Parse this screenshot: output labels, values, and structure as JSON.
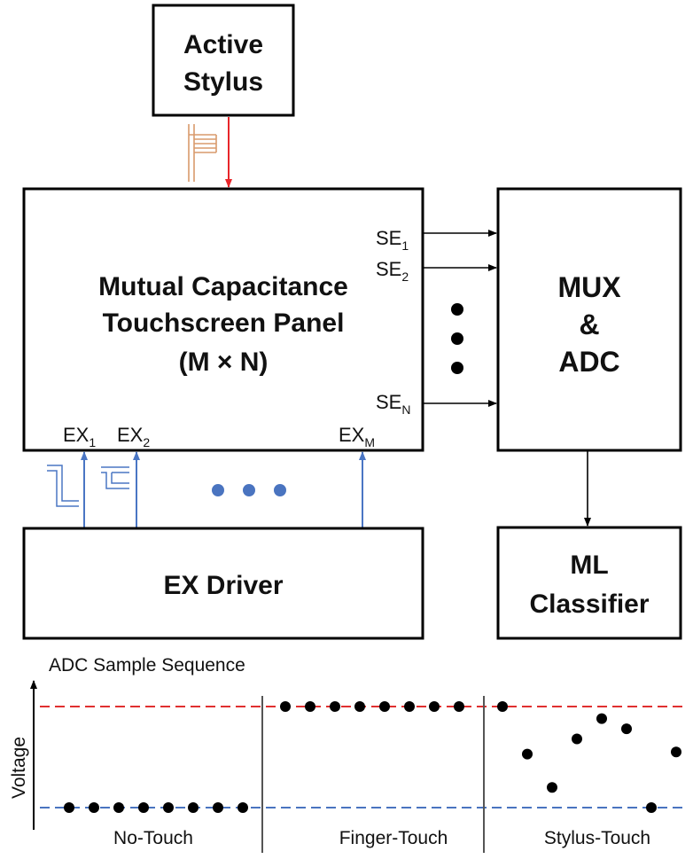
{
  "diagram": {
    "stylus": {
      "line1": "Active",
      "line2": "Stylus"
    },
    "panel": {
      "line1": "Mutual Capacitance",
      "line2": "Touchscreen Panel",
      "line3": "(M × N)"
    },
    "mux": {
      "line1": "MUX",
      "line2": "&",
      "line3": "ADC"
    },
    "ex_driver": {
      "label": "EX Driver"
    },
    "classifier": {
      "line1": "ML",
      "line2": "Classifier"
    },
    "sense_ports": [
      {
        "base": "SE",
        "sub": "1"
      },
      {
        "base": "SE",
        "sub": "2"
      },
      {
        "base": "SE",
        "sub": "N"
      }
    ],
    "excite_ports": [
      {
        "base": "EX",
        "sub": "1"
      },
      {
        "base": "EX",
        "sub": "2"
      },
      {
        "base": "EX",
        "sub": "M"
      }
    ],
    "colors": {
      "stylus_arrow": "#e8262a",
      "coil": "#d99a6c",
      "excite": "#4a76c4",
      "high_level": "#e03030",
      "low_level": "#4a74c0"
    }
  },
  "plot": {
    "title": "ADC Sample Sequence",
    "y_label": "Voltage",
    "sections": [
      {
        "label": "No-Touch",
        "levels": [
          0,
          0,
          0,
          0,
          0,
          0,
          0,
          0
        ]
      },
      {
        "label": "Finger-Touch",
        "levels": [
          1,
          1,
          1,
          1,
          1,
          1,
          1,
          1
        ]
      },
      {
        "label": "Stylus-Touch",
        "levels": [
          1,
          0.53,
          0.2,
          0.68,
          0.88,
          0.78,
          0,
          0.55
        ]
      }
    ],
    "dash_levels": {
      "high": 1,
      "low": 0
    }
  }
}
